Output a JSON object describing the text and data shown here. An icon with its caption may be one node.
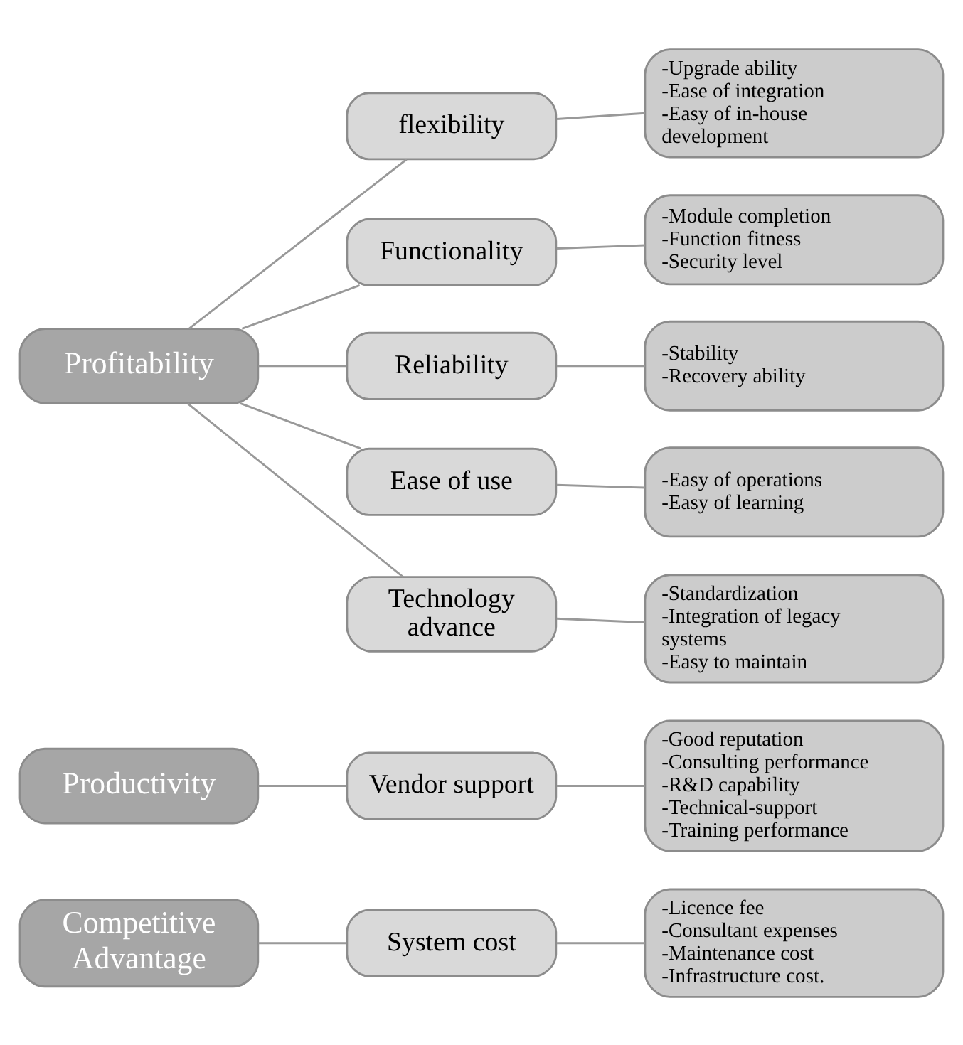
{
  "diagram": {
    "nodes": [
      {
        "text": [
          "Competitive Advantage"
        ]
      },
      {
        "text": [
          "Productivity"
        ]
      },
      {
        "text": [
          "Profitability"
        ]
      },
      {
        "text": [
          "System cost"
        ]
      },
      {
        "text": [
          "Vendor support"
        ]
      },
      {
        "text": [
          "flexibility"
        ]
      },
      {
        "text": [
          "Functionality"
        ]
      },
      {
        "text": [
          "Reliability"
        ]
      },
      {
        "text": [
          "Ease of use"
        ]
      },
      {
        "text": [
          "Technology advance"
        ]
      },
      {
        "text": [
          "-Licence fee",
          "-Consultant expenses",
          "-Maintenance cost",
          "-Infrastructure cost."
        ]
      },
      {
        "text": [
          "-Good reputation",
          "-Consulting performance",
          "-R&D capability",
          "-Technical-support",
          "-Training performance"
        ]
      },
      {
        "text": [
          "-Upgrade ability",
          "-Ease of integration",
          "-Easy of in-house development"
        ]
      },
      {
        "text": [
          "-Module completion",
          "-Function fitness",
          "-Security level"
        ]
      },
      {
        "text": [
          "-Stability",
          "-Recovery ability"
        ]
      },
      {
        "text": [
          "-Easy of operations",
          "-Easy of learning"
        ]
      },
      {
        "text": [
          "-Standardization",
          "-Integration of legacy systems",
          "-Easy to maintain"
        ]
      }
    ],
    "edges": [
      {
        "from": 0,
        "to": 3,
        "arrow": "none"
      },
      {
        "from": 3,
        "to": 10,
        "arrow": "none"
      },
      {
        "from": 1,
        "to": 4,
        "arrow": "none"
      },
      {
        "from": 4,
        "to": 11,
        "arrow": "none"
      },
      {
        "from": 2,
        "to": 5,
        "arrow": "none"
      },
      {
        "from": 2,
        "to": 6,
        "arrow": "none"
      },
      {
        "from": 2,
        "to": 7,
        "arrow": "none"
      },
      {
        "from": 2,
        "to": 8,
        "arrow": "none"
      },
      {
        "from": 2,
        "to": 9,
        "arrow": "none"
      },
      {
        "from": 5,
        "to": 12,
        "arrow": "none"
      },
      {
        "from": 6,
        "to": 13,
        "arrow": "none"
      },
      {
        "from": 7,
        "to": 14,
        "arrow": "none"
      },
      {
        "from": 8,
        "to": 15,
        "arrow": "none"
      },
      {
        "from": 9,
        "to": 16,
        "arrow": "none"
      }
    ]
  }
}
